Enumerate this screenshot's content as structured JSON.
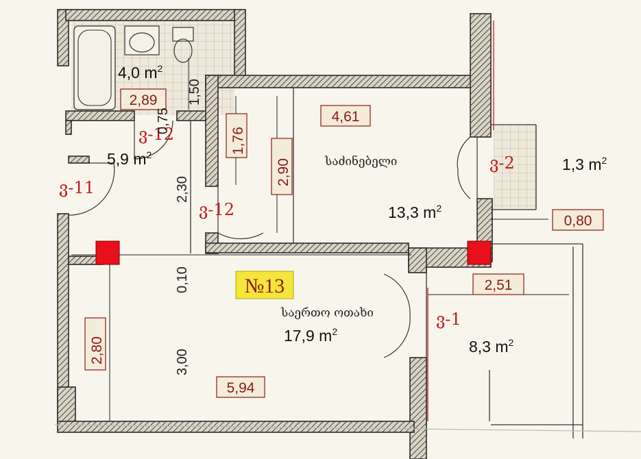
{
  "apartment_no": "№13",
  "rooms": {
    "bathroom": {
      "area": "4,0 m",
      "sup": "2"
    },
    "hall": {
      "area": "5,9 m",
      "sup": "2"
    },
    "bedroom": {
      "name": "საძინებელი",
      "area": "13,3 m",
      "sup": "2"
    },
    "living": {
      "name": "საერთო ოთახი",
      "area": "17,9 m",
      "sup": "2"
    },
    "loggia": {
      "area": "8,3 m",
      "sup": "2"
    },
    "balcony": {
      "area": "1,3 m",
      "sup": "2"
    }
  },
  "doors": {
    "bath": "ვ-12",
    "hall_entry": "ვ-11",
    "bedroom": "ვ-12",
    "balcony": "ვ-2",
    "loggia": "ვ-1"
  },
  "dimensions": {
    "bath_width": "2,89",
    "bath_fixture": "0,75",
    "bath_height": "1,50",
    "bed_height_small": "1,76",
    "bed_height": "2,90",
    "bed_width": "4,61",
    "hall_height": "2,30",
    "wall_thickness": "0,10",
    "living_height": "3,00",
    "left_height": "2,80",
    "living_width": "5,94",
    "loggia_width": "2,51",
    "balcony_width": "0,80"
  },
  "colors": {
    "wall_hatch": "#1f1f1f",
    "label_red": "#8b1a1a",
    "door_red": "#c21a1a",
    "marker_red": "#e8101a",
    "aptno_bg": "#f4e63a"
  }
}
